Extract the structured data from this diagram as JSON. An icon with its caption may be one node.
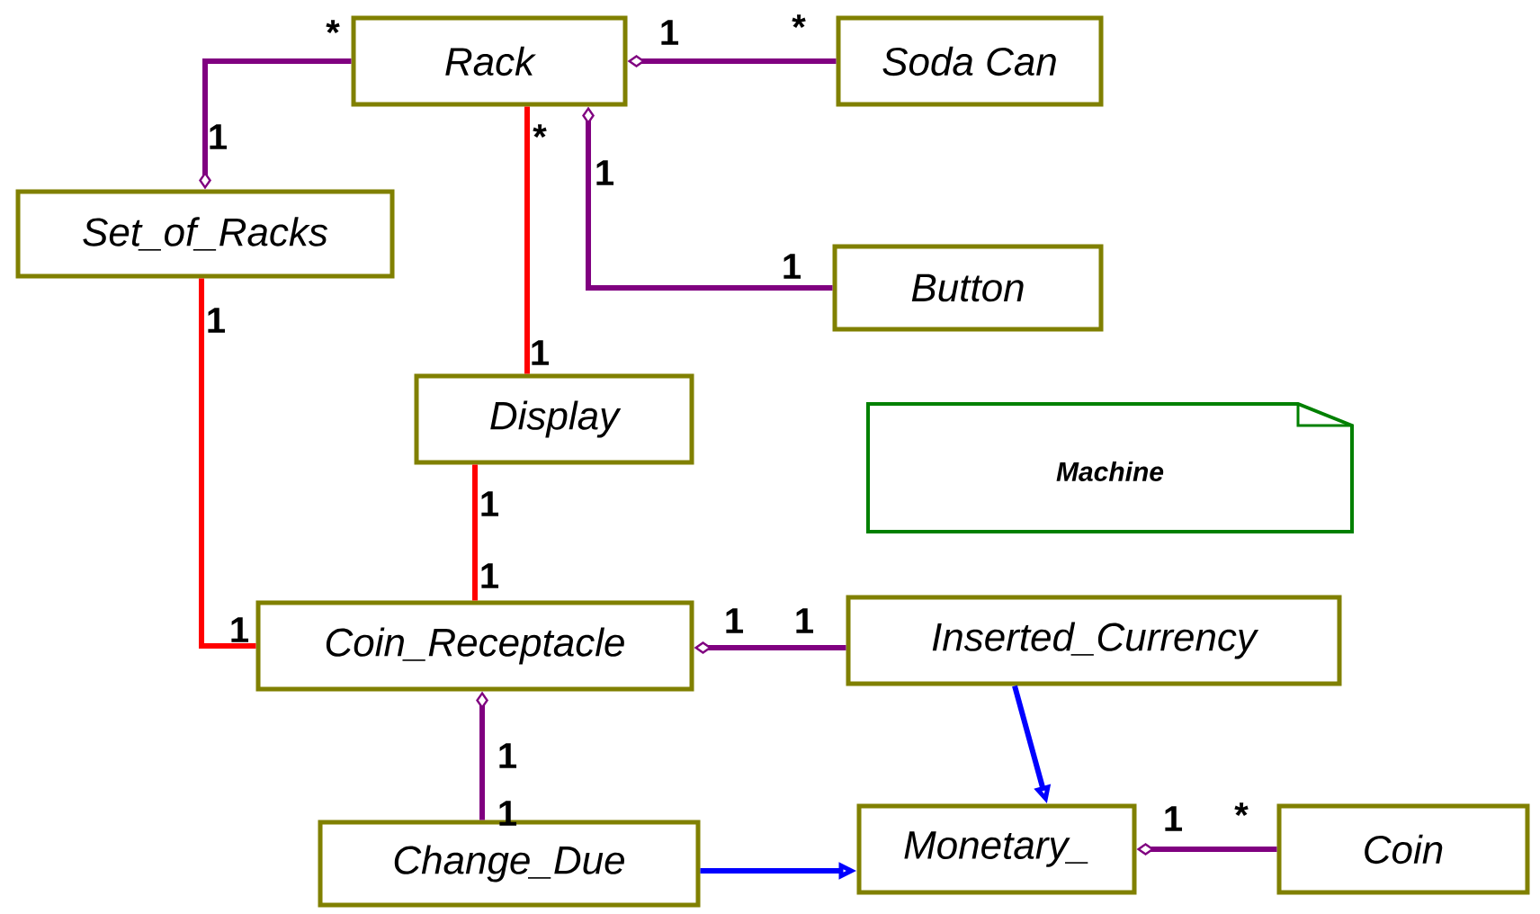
{
  "diagram": {
    "nodes": [
      {
        "text": [
          "Rack"
        ]
      },
      {
        "text": [
          "Soda Can"
        ]
      },
      {
        "text": [
          "Set_of_Racks"
        ]
      },
      {
        "text": [
          "Button"
        ]
      },
      {
        "text": [
          "Display"
        ]
      },
      {
        "text": [
          "Machine"
        ]
      },
      {
        "text": [
          "Coin_Receptacle"
        ]
      },
      {
        "text": [
          "Inserted_Currency"
        ]
      },
      {
        "text": [
          "Change_Due"
        ]
      },
      {
        "text": [
          "Monetary_"
        ]
      },
      {
        "text": [
          "Coin"
        ]
      }
    ],
    "edges": [
      {
        "from": 0,
        "to": 2,
        "arrow": "other"
      },
      {
        "from": 1,
        "to": 0,
        "arrow": "other"
      },
      {
        "from": 3,
        "to": 0,
        "arrow": "other"
      },
      {
        "from": 0,
        "to": 4,
        "arrow": "none",
        "color": "#ff0000"
      },
      {
        "from": 2,
        "to": 6,
        "arrow": "none",
        "color": "#ff0000"
      },
      {
        "from": 4,
        "to": 6,
        "arrow": "none",
        "color": "#ff0000"
      },
      {
        "from": 7,
        "to": 6,
        "arrow": "other"
      },
      {
        "from": 8,
        "to": 6,
        "arrow": "other"
      },
      {
        "from": 8,
        "to": 9,
        "arrow": "to",
        "color": "#0000ff"
      },
      {
        "from": 7,
        "to": 9,
        "arrow": "to",
        "color": "#0000ff"
      },
      {
        "from": 10,
        "to": 9,
        "arrow": "other"
      }
    ],
    "labels": [
      "*",
      "1",
      "*",
      "1",
      "*",
      "1",
      "1",
      "1",
      "1",
      "1",
      "1",
      "1",
      "1",
      "1",
      "1",
      "1",
      "1",
      "*"
    ]
  }
}
